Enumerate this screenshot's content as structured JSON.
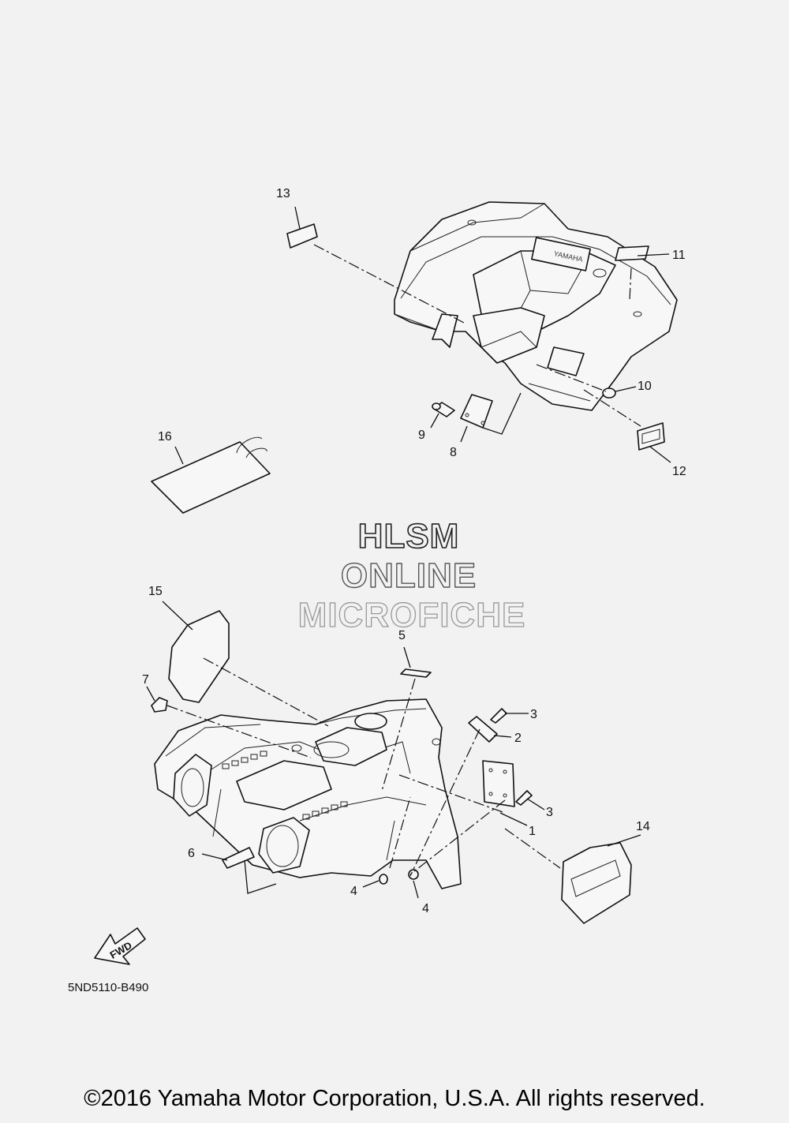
{
  "watermark": {
    "line1": "HLSM",
    "line2": "ONLINE",
    "line3": "MICROFICHE"
  },
  "callouts": {
    "c1": "1",
    "c2": "2",
    "c3a": "3",
    "c3b": "3",
    "c4a": "4",
    "c4b": "4",
    "c5": "5",
    "c6": "6",
    "c7": "7",
    "c8": "8",
    "c9": "9",
    "c10": "10",
    "c11": "11",
    "c12": "12",
    "c13": "13",
    "c14": "14",
    "c15": "15",
    "c16": "16"
  },
  "fwd_label": "FWD",
  "diagram_code": "5ND5110-B490",
  "copyright": "©2016 Yamaha Motor Corporation, U.S.A. All rights reserved."
}
